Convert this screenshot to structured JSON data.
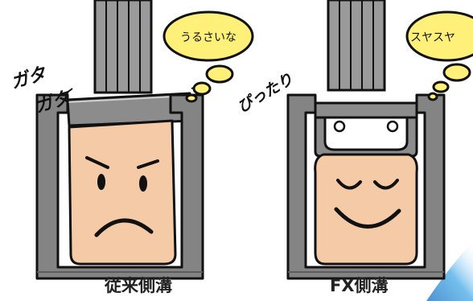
{
  "left_panel": {
    "caption": "従来側溝",
    "thought": "うるさいな",
    "sound_top": "ガタ",
    "sound_bottom": "ガタ",
    "face": "worried-face"
  },
  "right_panel": {
    "caption": "FX側溝",
    "thought": "スヤスヤ",
    "sound": "ぴったり",
    "face": "sleeping-smiling-face"
  },
  "colors": {
    "concrete": "#848484",
    "column": "#9a9a9a",
    "skin": "#f5cba7",
    "bubble": "#fff07a",
    "outline": "#111111",
    "caption": "#222222",
    "accent_blue": "#3a9ad9"
  }
}
